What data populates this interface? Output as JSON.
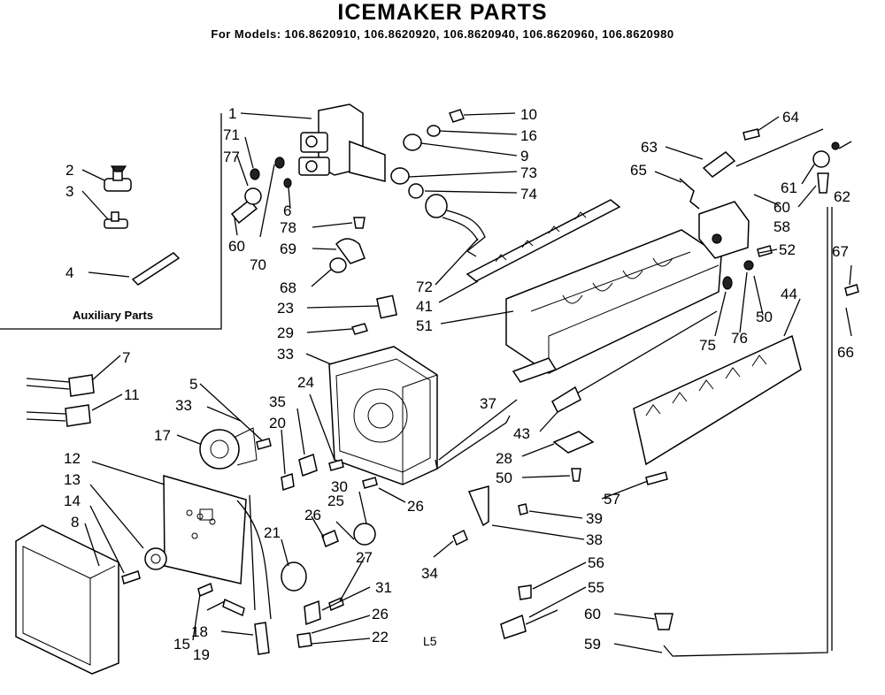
{
  "title": "ICEMAKER PARTS",
  "subtitle": "For Models: 106.8620910, 106.8620920, 106.8620940, 106.8620960, 106.8620980",
  "auxiliary_label": "Auxiliary Parts",
  "footer_code": "L5",
  "part_numbers": {
    "p1": "1",
    "p2": "2",
    "p3": "3",
    "p4": "4",
    "p5": "5",
    "p6": "6",
    "p7": "7",
    "p8": "8",
    "p9": "9",
    "p10": "10",
    "p11": "11",
    "p12": "12",
    "p13": "13",
    "p14": "14",
    "p15": "15",
    "p16": "16",
    "p17": "17",
    "p18": "18",
    "p19": "19",
    "p20": "20",
    "p21": "21",
    "p22": "22",
    "p23": "23",
    "p24": "24",
    "p25": "25",
    "p26a": "26",
    "p26b": "26",
    "p26c": "26",
    "p27": "27",
    "p28": "28",
    "p29": "29",
    "p30": "30",
    "p31": "31",
    "p33a": "33",
    "p33b": "33",
    "p34": "34",
    "p35": "35",
    "p37": "37",
    "p38": "38",
    "p39": "39",
    "p41": "41",
    "p43": "43",
    "p44": "44",
    "p50a": "50",
    "p50b": "50",
    "p51": "51",
    "p52": "52",
    "p55": "55",
    "p56": "56",
    "p57": "57",
    "p58": "58",
    "p59": "59",
    "p60a": "60",
    "p60b": "60",
    "p60c": "60",
    "p61": "61",
    "p62": "62",
    "p63": "63",
    "p64": "64",
    "p65": "65",
    "p66": "66",
    "p67": "67",
    "p68": "68",
    "p69": "69",
    "p70": "70",
    "p71": "71",
    "p72": "72",
    "p73": "73",
    "p74": "74",
    "p75": "75",
    "p76": "76",
    "p77": "77",
    "p78": "78"
  }
}
